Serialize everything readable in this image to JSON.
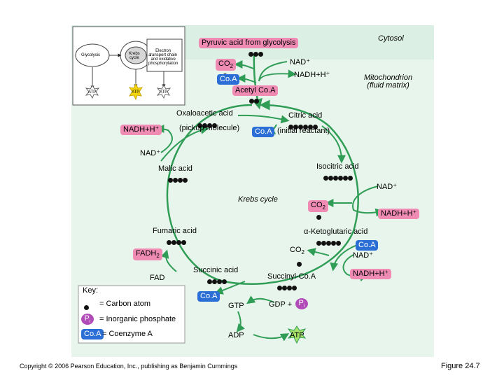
{
  "colors": {
    "background": "#dcefe4",
    "cytosol": "#ffffff",
    "mito_fill": "#e8f5ec",
    "pink": "#f08cb4",
    "green": "#3fb86a",
    "blue": "#2b6fd6",
    "arrow_green": "#2f9d56",
    "atp_star": "#f4d80c",
    "atp_star_green": "#a8e36a",
    "pi_purple": "#b04bb8"
  },
  "labels": {
    "cytosol": "Cytosol",
    "mito": "Mitochondrion\n(fluid matrix)",
    "pyruvic": "Pyruvic acid from glycolysis",
    "nad_top": "NAD⁺",
    "nadh_top": "NADH+H⁺",
    "co2_top": "CO",
    "co2_sub": "2",
    "coa_top": "Co.A",
    "acetyl": "Acetyl Co.A",
    "oxaloacetic": "Oxaloacetic acid",
    "pickup": "(pickup molecule)",
    "nadh_left": "NADH+H⁺",
    "nad_left": "NAD⁺",
    "citric": "Citric acid",
    "coa_citric": "Co.A",
    "initial": "(initial reactant)",
    "malic": "Malic acid",
    "isocitric": "Isocitric acid",
    "nad_right1": "NAD⁺",
    "krebs": "Krebs cycle",
    "co2_right1": "CO",
    "co2_right1_sub": "2",
    "nadh_right1": "NADH+H⁺",
    "fumaric": "Fumaric acid",
    "ketoglutaric": "α-Ketoglutaric acid",
    "fadh2": "FADH",
    "fadh2_sub": "2",
    "co2_right2": "CO",
    "co2_right2_sub": "2",
    "coa_right2": "Co.A",
    "nad_right2": "NAD⁺",
    "succinic": "Succinic acid",
    "fad": "FAD",
    "succinyl": "Succinyl-Co.A",
    "nadh_right2": "NADH+H⁺",
    "coa_bottom": "Co.A",
    "gtp": "GTP",
    "gdp": "GDP +",
    "pi": "P",
    "pi_sub": "i",
    "adp": "ADP",
    "atp": "ATP",
    "copyright": "Copyright © 2006 Pearson Education, Inc., publishing as Benjamin Cummings",
    "figure": "Figure 24.7"
  },
  "key": {
    "title": "Key:",
    "carbon": "= Carbon atom",
    "pi_letter": "P",
    "pi_sub": "i",
    "pi_text": "= Inorganic phosphate",
    "coa_letter": "Co.A",
    "coa_text": "= Coenzyme A"
  },
  "inset": {
    "glycolysis": "Glycolysis",
    "krebs": "Krebs\ncycle",
    "etc": "Electron\ntransport chain\nand oxidative\nphosphorylation",
    "atp1": "ATP",
    "atp2": "ATP",
    "atp3": "ATP"
  }
}
